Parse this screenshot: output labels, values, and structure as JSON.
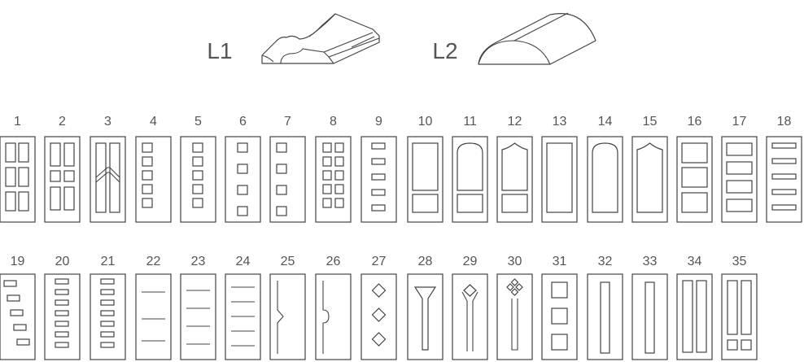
{
  "profiles": [
    {
      "id": "L1",
      "label": "L1",
      "icon": "molding-profile-l1-icon"
    },
    {
      "id": "L2",
      "label": "L2",
      "icon": "molding-profile-l2-icon"
    }
  ],
  "doors": [
    {
      "number": "1",
      "pattern": "6 tall panels (2x3)"
    },
    {
      "number": "2",
      "pattern": "2x2 tall + 2 short"
    },
    {
      "number": "3",
      "pattern": "2 tall with V divider"
    },
    {
      "number": "4",
      "pattern": "5 small squares"
    },
    {
      "number": "5",
      "pattern": "5 small squares"
    },
    {
      "number": "6",
      "pattern": "4 small squares"
    },
    {
      "number": "7",
      "pattern": "4 small squares"
    },
    {
      "number": "8",
      "pattern": "2x5 small squares"
    },
    {
      "number": "9",
      "pattern": "5 horizontal slots"
    },
    {
      "number": "10",
      "pattern": "large + small panel"
    },
    {
      "number": "11",
      "pattern": "arched + small panel"
    },
    {
      "number": "12",
      "pattern": "cathedral + small panel"
    },
    {
      "number": "13",
      "pattern": "single large panel"
    },
    {
      "number": "14",
      "pattern": "single arched panel"
    },
    {
      "number": "15",
      "pattern": "single cathedral panel"
    },
    {
      "number": "16",
      "pattern": "3 panels"
    },
    {
      "number": "17",
      "pattern": "4 panels"
    },
    {
      "number": "18",
      "pattern": "5 horizontal slots"
    },
    {
      "number": "19",
      "pattern": "staggered slots"
    },
    {
      "number": "20",
      "pattern": "7 slots"
    },
    {
      "number": "21",
      "pattern": "7 slots"
    },
    {
      "number": "22",
      "pattern": "3 lines"
    },
    {
      "number": "23",
      "pattern": "4 lines"
    },
    {
      "number": "24",
      "pattern": "5 lines"
    },
    {
      "number": "25",
      "pattern": "vertical line with V notch"
    },
    {
      "number": "26",
      "pattern": "vertical line with arc"
    },
    {
      "number": "27",
      "pattern": "3 diamonds"
    },
    {
      "number": "28",
      "pattern": "funnel glass"
    },
    {
      "number": "29",
      "pattern": "diamond with stem"
    },
    {
      "number": "30",
      "pattern": "4 diamonds with stem"
    },
    {
      "number": "31",
      "pattern": "3 squares"
    },
    {
      "number": "32",
      "pattern": "narrow vertical slot"
    },
    {
      "number": "33",
      "pattern": "narrow vertical slot"
    },
    {
      "number": "34",
      "pattern": "2 tall slots"
    },
    {
      "number": "35",
      "pattern": "2 tall + 2 small"
    }
  ]
}
